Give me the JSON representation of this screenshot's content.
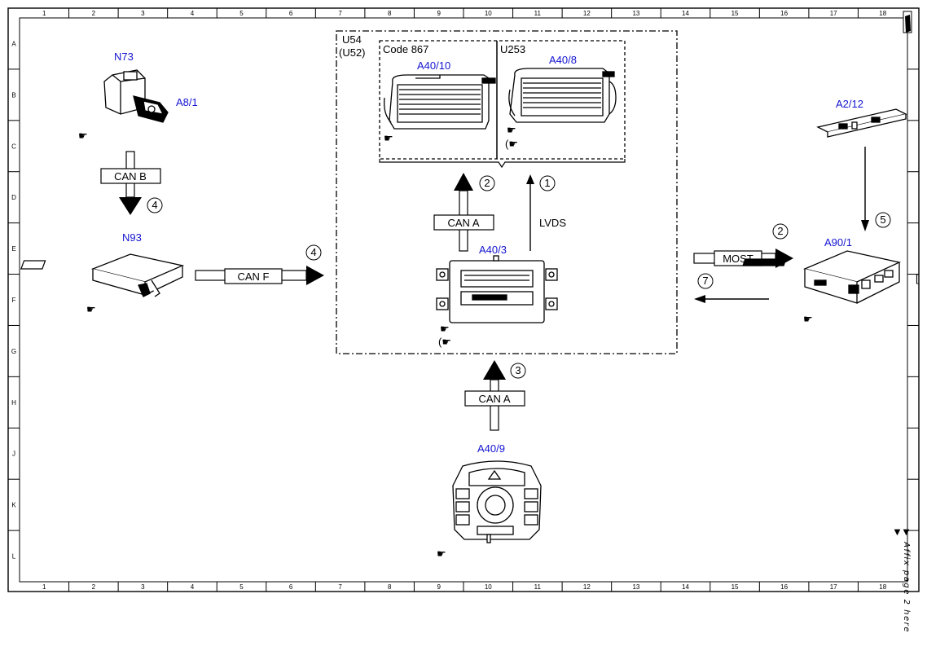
{
  "ruler": {
    "columns": [
      "1",
      "2",
      "3",
      "4",
      "5",
      "6",
      "7",
      "8",
      "9",
      "10",
      "11",
      "12",
      "13",
      "14",
      "15",
      "16",
      "17",
      "18"
    ],
    "rows": [
      "A",
      "B",
      "C",
      "D",
      "E",
      "F",
      "G",
      "H",
      "J",
      "K",
      "L"
    ]
  },
  "modules": {
    "n73": "N73",
    "a8_1": "A8/1",
    "n93": "N93",
    "a40_10": "A40/10",
    "a40_8": "A40/8",
    "a40_3": "A40/3",
    "a40_9": "A40/9",
    "a2_12": "A2/12",
    "a90_1": "A90/1"
  },
  "boxes": {
    "u54": "U54",
    "u52": "(U52)",
    "code867": "Code 867",
    "u253": "U253"
  },
  "connections": {
    "can_b": "CAN B",
    "can_f": "CAN F",
    "can_a_top": "CAN A",
    "can_a_bottom": "CAN A",
    "lvds": "LVDS",
    "most": "MOST"
  },
  "markers": {
    "m1": "1",
    "m2_top": "2",
    "m2_right": "2",
    "m3": "3",
    "m4_left": "4",
    "m4_canf": "4",
    "m5": "5",
    "m7": "7"
  },
  "affix_note": "▼ Affix page 2 here ▼",
  "colors": {
    "module_label": "#1414d2",
    "line": "#000000"
  }
}
